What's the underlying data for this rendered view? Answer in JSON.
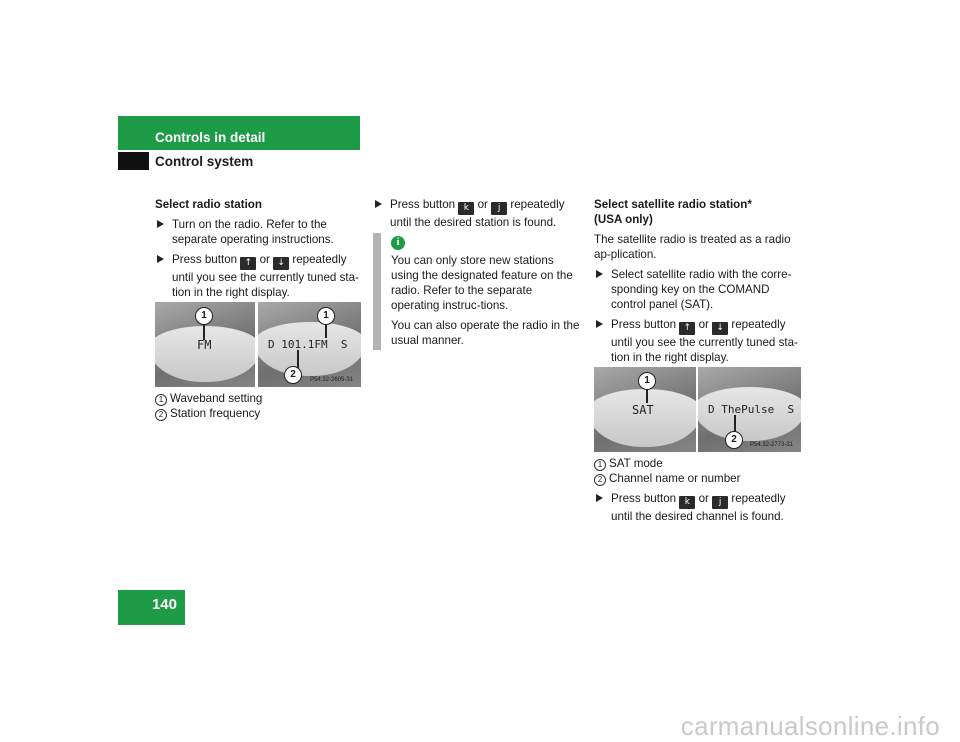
{
  "header": {
    "section": "Controls in detail",
    "subsection": "Control system"
  },
  "page_number": "140",
  "col1": {
    "heading": "Select radio station",
    "b1": "Turn on the radio. Refer to the separate operating instructions.",
    "b2_a": "Press button",
    "b2_key1": "↑",
    "b2_or": "or",
    "b2_key2": "↓",
    "b2_b": "repeatedly until you see the currently tuned sta-tion in the right display.",
    "fig": {
      "left_display": "FM",
      "right_display": "D 101.1FM  S",
      "code": "P54.32-2605-31",
      "c1": "1",
      "c2": "2"
    },
    "legend1_num": "1",
    "legend1": "Waveband setting",
    "legend2_num": "2",
    "legend2": "Station frequency"
  },
  "col2": {
    "b1_a": "Press button",
    "b1_key1": "k",
    "b1_or": "or",
    "b1_key2": "j",
    "b1_b": "repeatedly until the desired station is found.",
    "info_icon": "i",
    "info1": "You can only store new stations using the designated feature on the radio. Refer to the separate operating instruc-tions.",
    "info2": "You can also operate the radio in the usual manner."
  },
  "col3": {
    "heading1": "Select satellite radio station*",
    "heading2": "(USA only)",
    "intro": "The satellite radio is treated as a radio ap-plication.",
    "b1": "Select satellite radio with the corre-sponding key on the COMAND control panel (SAT).",
    "b2_a": "Press button",
    "b2_key1": "↑",
    "b2_or": "or",
    "b2_key2": "↓",
    "b2_b": "repeatedly until you see the currently tuned sta-tion in the right display.",
    "fig": {
      "left_display": "SAT",
      "right_display": "D ThePulse  S",
      "code": "P54.32-2773-31",
      "c1": "1",
      "c2": "2"
    },
    "legend1_num": "1",
    "legend1": "SAT mode",
    "legend2_num": "2",
    "legend2": "Channel name or number",
    "b3_a": "Press button",
    "b3_key1": "k",
    "b3_or": "or",
    "b3_key2": "j",
    "b3_b": "repeatedly until the desired channel is found."
  },
  "watermark": "carmanualsonline.info"
}
